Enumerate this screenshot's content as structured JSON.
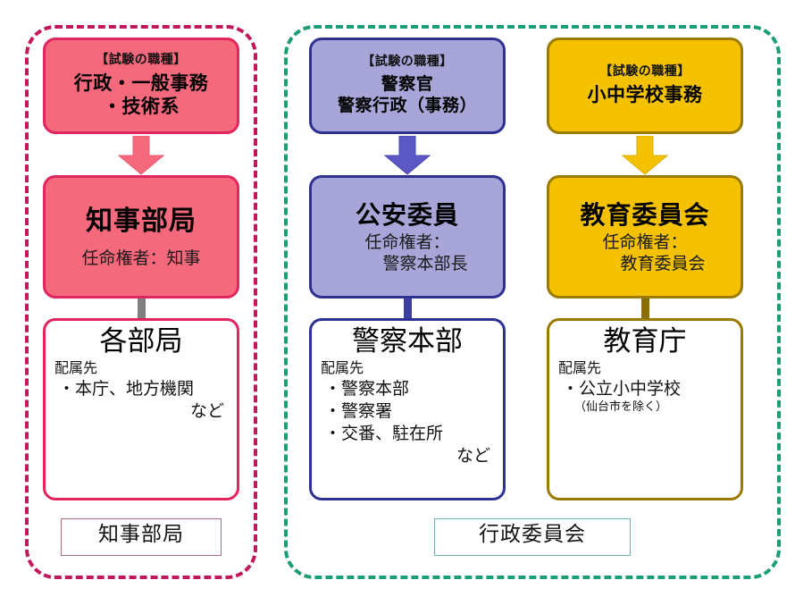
{
  "diagram": {
    "title": "職種別配属先図",
    "colors": {
      "gov_fill": "#F4697C",
      "gov_border": "#E0255F",
      "gov_connector": "#808080",
      "pol_fill": "#A8A5D8",
      "pol_border": "#2E3192",
      "pol_connector": "#3F3F9E",
      "edu_fill": "#F4C200",
      "edu_border": "#9A7A00",
      "edu_connector": "#8A6D00",
      "group_gov_dash": "#C2185B",
      "group_comm_dash": "#1B9E77"
    }
  },
  "columns": [
    {
      "id": "governor",
      "top": {
        "kicker": "【試験の職種】",
        "lines": [
          "行政・一般事務",
          "・技術系"
        ]
      },
      "middle": {
        "title": "知事部局",
        "sub": "任命権者：知事",
        "sub_indent": ""
      },
      "bottom": {
        "title": "各部局",
        "lead": "配属先",
        "items": [
          "・本庁、地方機関"
        ],
        "note": "",
        "tail": "など"
      }
    },
    {
      "id": "police",
      "top": {
        "kicker": "【試験の職種】",
        "lines": [
          "警察官",
          "警察行政（事務）"
        ]
      },
      "middle": {
        "title": "公安委員",
        "sub": "任命権者：",
        "sub_indent": "警察本部長"
      },
      "bottom": {
        "title": "警察本部",
        "lead": "配属先",
        "items": [
          "・警察本部",
          "・警察署",
          "・交番、駐在所"
        ],
        "note": "",
        "tail": "など"
      }
    },
    {
      "id": "education",
      "top": {
        "kicker": "【試験の職種】",
        "lines": [
          "小中学校事務",
          ""
        ]
      },
      "middle": {
        "title": "教育委員会",
        "sub": "任命権者：",
        "sub_indent": "教育委員会"
      },
      "bottom": {
        "title": "教育庁",
        "lead": "配属先",
        "items": [
          "・公立小中学校"
        ],
        "note": "（仙台市を除く）",
        "tail": ""
      }
    }
  ],
  "legends": {
    "governor": "知事部局",
    "commission": "行政委員会"
  }
}
